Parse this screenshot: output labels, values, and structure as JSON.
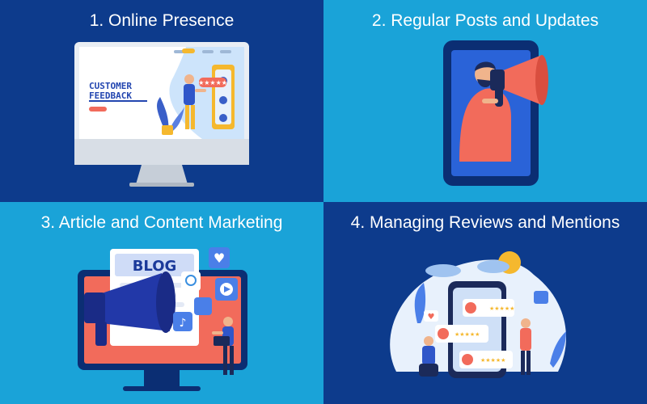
{
  "panels": [
    {
      "title": "1. Online Presence",
      "illustration": {
        "headline_line1": "CUSTOMER",
        "headline_line2": "FEEDBACK"
      }
    },
    {
      "title": "2. Regular Posts and Updates"
    },
    {
      "title": "3. Article and Content Marketing",
      "illustration": {
        "sign": "BLOG"
      }
    },
    {
      "title": "4. Managing Reviews and Mentions"
    }
  ],
  "colors": {
    "dark_blue": "#0d3b8c",
    "light_blue": "#1aa3d8",
    "accent_orange": "#f26b5b",
    "star_yellow": "#f5b82e"
  }
}
